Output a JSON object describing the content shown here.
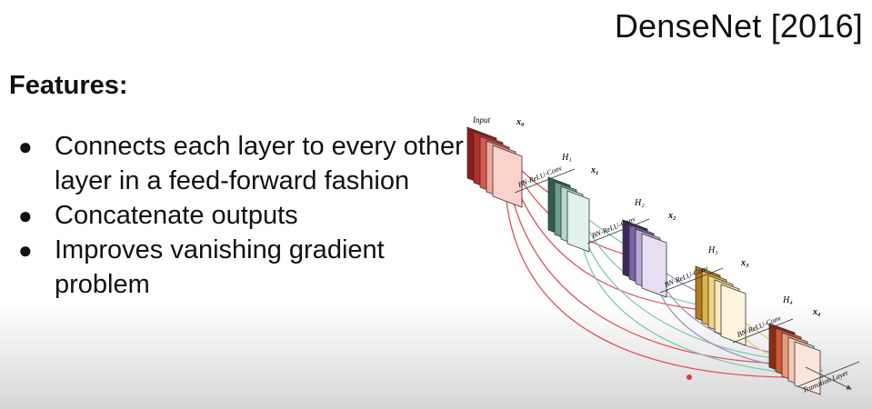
{
  "title": "DenseNet [2016]",
  "features_heading": "Features:",
  "features": [
    "Connects each layer to every other layer in a feed-forward fashion",
    "Concatenate outputs",
    "Improves vanishing gradient problem"
  ],
  "diagram": {
    "input_label": "Input",
    "x_labels": [
      "x₀",
      "x₁",
      "x₂",
      "x₃",
      "x₄"
    ],
    "h_labels": [
      "H₁",
      "H₂",
      "H₃",
      "H₄"
    ],
    "op_label": "BN-ReLU-Conv",
    "transition_label": "Transition Layer",
    "colors": {
      "input": "#c0392b",
      "block1": "#4a7f6d",
      "block2": "#6a4f8e",
      "block3": "#d7a13a",
      "block4": "#d2562d",
      "conn_red": "#e0525a",
      "conn_green": "#7fcab2",
      "conn_purple": "#a58dc1",
      "conn_yellow": "#e6cc6a"
    }
  }
}
